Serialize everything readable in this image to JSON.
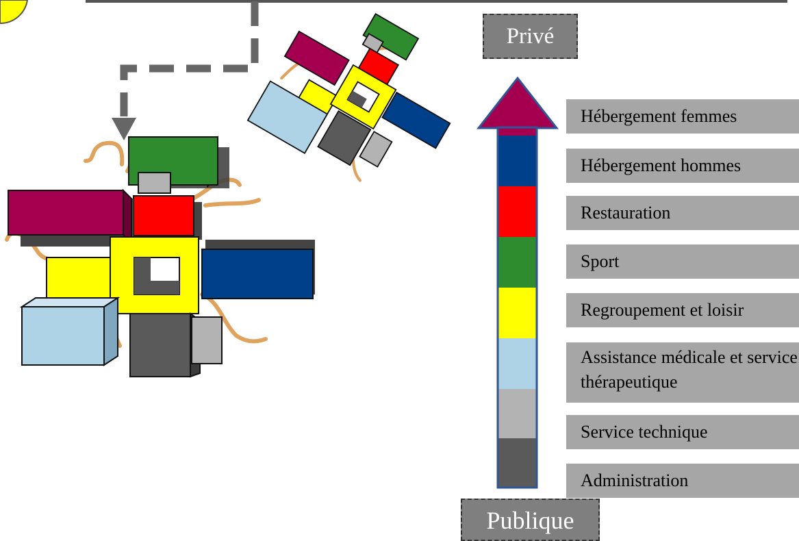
{
  "labels": {
    "private": "Privé",
    "public": "Publique"
  },
  "legend": [
    {
      "label": "Hébergement femmes",
      "color": "#a50050"
    },
    {
      "label": "Hébergement hommes",
      "color": "#003f8a"
    },
    {
      "label": "Restauration",
      "color": "#ff0000"
    },
    {
      "label": "Sport",
      "color": "#2e8b2e"
    },
    {
      "label": "Regroupement et loisir",
      "color": "#ffff00"
    },
    {
      "label": "Assistance médicale et service thérapeutique",
      "color": "#aed2e6"
    },
    {
      "label": "Service technique",
      "color": "#b3b3b3"
    },
    {
      "label": "Administration",
      "color": "#5a5a5a"
    }
  ],
  "colors": {
    "arrow_head": "#a50050",
    "arrow_outline": "#2f5597",
    "connector": "#666666",
    "branches": "#e0a35e",
    "tag_fill": "#7f7f7f",
    "legend_fill": "#a6a6a6"
  }
}
